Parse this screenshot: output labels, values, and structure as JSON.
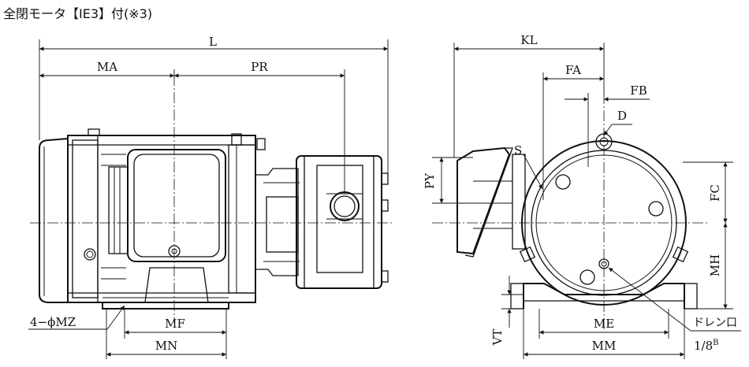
{
  "title": "全閉モータ【IE3】付(※3)",
  "side_view": {
    "dims": {
      "L": "L",
      "MA": "MA",
      "PR": "PR",
      "MF": "MF",
      "MN": "MN",
      "MZ": "4−ϕMZ"
    }
  },
  "end_view": {
    "dims": {
      "KL": "KL",
      "FA": "FA",
      "FB": "FB",
      "D": "D",
      "S": "S",
      "PY": "PY",
      "FC": "FC",
      "MH": "MH",
      "ME": "ME",
      "MM": "MM",
      "VT": "VT"
    },
    "drain_label": "ドレン口",
    "drain_size": "1/8",
    "drain_size_sup": "B"
  }
}
